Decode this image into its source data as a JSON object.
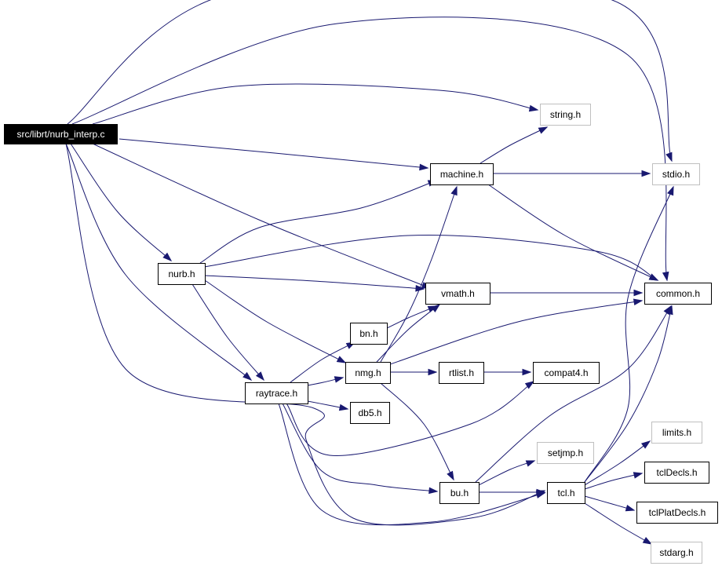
{
  "graph": {
    "nodes": [
      {
        "id": "root",
        "label": "src/librt/nurb_interp.c",
        "style": "root"
      },
      {
        "id": "string",
        "label": "string.h",
        "style": "external"
      },
      {
        "id": "machine",
        "label": "machine.h",
        "style": "normal"
      },
      {
        "id": "stdio",
        "label": "stdio.h",
        "style": "external"
      },
      {
        "id": "nurb",
        "label": "nurb.h",
        "style": "normal"
      },
      {
        "id": "vmath",
        "label": "vmath.h",
        "style": "normal"
      },
      {
        "id": "common",
        "label": "common.h",
        "style": "normal"
      },
      {
        "id": "bn",
        "label": "bn.h",
        "style": "normal"
      },
      {
        "id": "nmg",
        "label": "nmg.h",
        "style": "normal"
      },
      {
        "id": "rtlist",
        "label": "rtlist.h",
        "style": "normal"
      },
      {
        "id": "compat4",
        "label": "compat4.h",
        "style": "normal"
      },
      {
        "id": "raytrace",
        "label": "raytrace.h",
        "style": "normal"
      },
      {
        "id": "db5",
        "label": "db5.h",
        "style": "normal"
      },
      {
        "id": "limits",
        "label": "limits.h",
        "style": "external"
      },
      {
        "id": "setjmp",
        "label": "setjmp.h",
        "style": "external"
      },
      {
        "id": "tclDecls",
        "label": "tclDecls.h",
        "style": "normal"
      },
      {
        "id": "bu",
        "label": "bu.h",
        "style": "normal"
      },
      {
        "id": "tcl",
        "label": "tcl.h",
        "style": "normal"
      },
      {
        "id": "tclPlatDecls",
        "label": "tclPlatDecls.h",
        "style": "normal"
      },
      {
        "id": "stdarg",
        "label": "stdarg.h",
        "style": "external"
      }
    ],
    "edges": [
      {
        "from": "root",
        "to": "stdio"
      },
      {
        "from": "root",
        "to": "common"
      },
      {
        "from": "root",
        "to": "string"
      },
      {
        "from": "root",
        "to": "machine"
      },
      {
        "from": "root",
        "to": "vmath"
      },
      {
        "from": "root",
        "to": "nurb"
      },
      {
        "from": "root",
        "to": "raytrace"
      },
      {
        "from": "root",
        "to": "tcl"
      },
      {
        "from": "machine",
        "to": "string"
      },
      {
        "from": "machine",
        "to": "stdio"
      },
      {
        "from": "machine",
        "to": "common"
      },
      {
        "from": "nurb",
        "to": "machine"
      },
      {
        "from": "nurb",
        "to": "common"
      },
      {
        "from": "nurb",
        "to": "vmath"
      },
      {
        "from": "nurb",
        "to": "nmg"
      },
      {
        "from": "nurb",
        "to": "raytrace"
      },
      {
        "from": "vmath",
        "to": "common"
      },
      {
        "from": "bn",
        "to": "vmath"
      },
      {
        "from": "nmg",
        "to": "machine"
      },
      {
        "from": "nmg",
        "to": "vmath"
      },
      {
        "from": "nmg",
        "to": "common"
      },
      {
        "from": "nmg",
        "to": "rtlist"
      },
      {
        "from": "nmg",
        "to": "bu"
      },
      {
        "from": "rtlist",
        "to": "compat4"
      },
      {
        "from": "raytrace",
        "to": "bn"
      },
      {
        "from": "raytrace",
        "to": "nmg"
      },
      {
        "from": "raytrace",
        "to": "db5"
      },
      {
        "from": "raytrace",
        "to": "compat4"
      },
      {
        "from": "raytrace",
        "to": "bu"
      },
      {
        "from": "raytrace",
        "to": "tcl"
      },
      {
        "from": "bu",
        "to": "common"
      },
      {
        "from": "bu",
        "to": "setjmp"
      },
      {
        "from": "bu",
        "to": "tcl"
      },
      {
        "from": "tcl",
        "to": "stdio"
      },
      {
        "from": "tcl",
        "to": "common"
      },
      {
        "from": "tcl",
        "to": "limits"
      },
      {
        "from": "tcl",
        "to": "tclDecls"
      },
      {
        "from": "tcl",
        "to": "tclPlatDecls"
      },
      {
        "from": "tcl",
        "to": "stdarg"
      }
    ]
  }
}
